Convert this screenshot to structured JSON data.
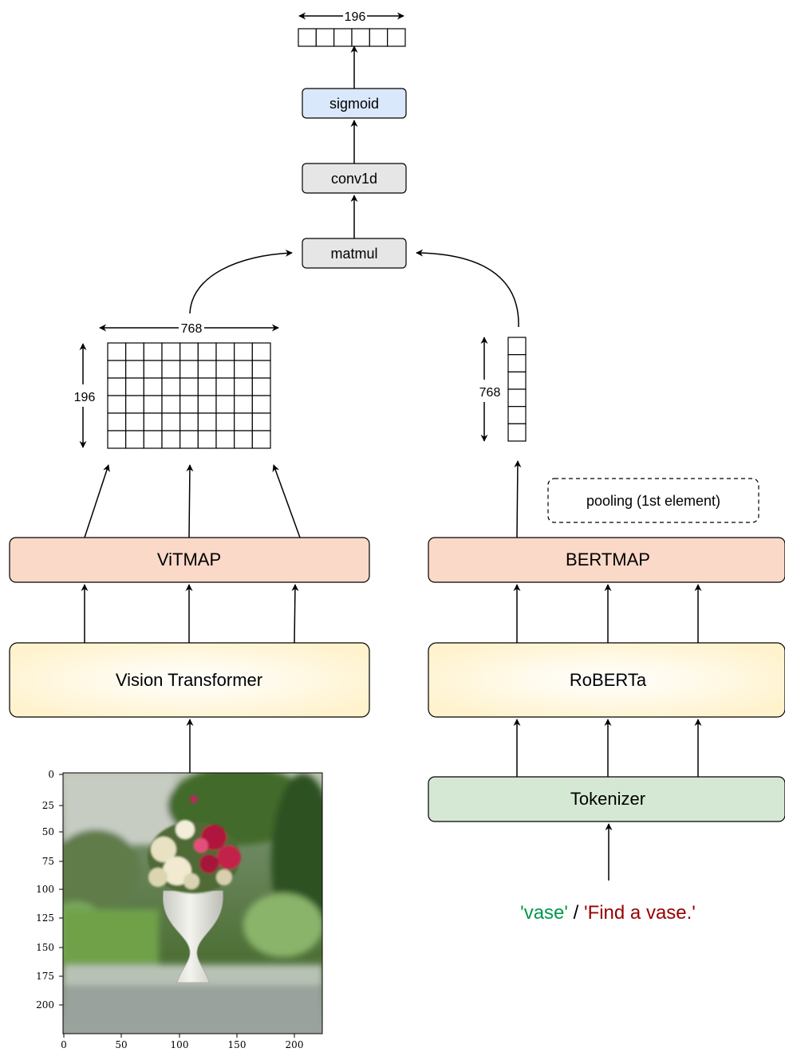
{
  "output": {
    "dim_label": "196"
  },
  "ops": {
    "sigmoid": "sigmoid",
    "conv1d": "conv1d",
    "matmul": "matmul"
  },
  "vision": {
    "matrix_width_label": "768",
    "matrix_height_label": "196",
    "map_label": "ViTMAP",
    "encoder_label": "Vision Transformer"
  },
  "text": {
    "vector_label": "768",
    "pooling_label": "pooling (1st element)",
    "map_label": "BERTMAP",
    "encoder_label": "RoBERTa",
    "tokenizer_label": "Tokenizer",
    "query_single": "'vase'",
    "query_sep": " / ",
    "query_sentence": "'Find a vase.'",
    "query_single_color": "#00994d",
    "query_sentence_color": "#990000"
  },
  "image_axes": {
    "y_ticks": [
      "0",
      "25",
      "50",
      "75",
      "100",
      "125",
      "150",
      "175",
      "200"
    ],
    "x_ticks": [
      "0",
      "50",
      "100",
      "150",
      "200"
    ]
  },
  "colors": {
    "sigmoid_fill": "#dae8fc",
    "op_fill": "#e6e6e6",
    "map_fill": "#fad9c9",
    "encoder_fill": "#fff2cc",
    "tokenizer_fill": "#d5e8d4"
  }
}
